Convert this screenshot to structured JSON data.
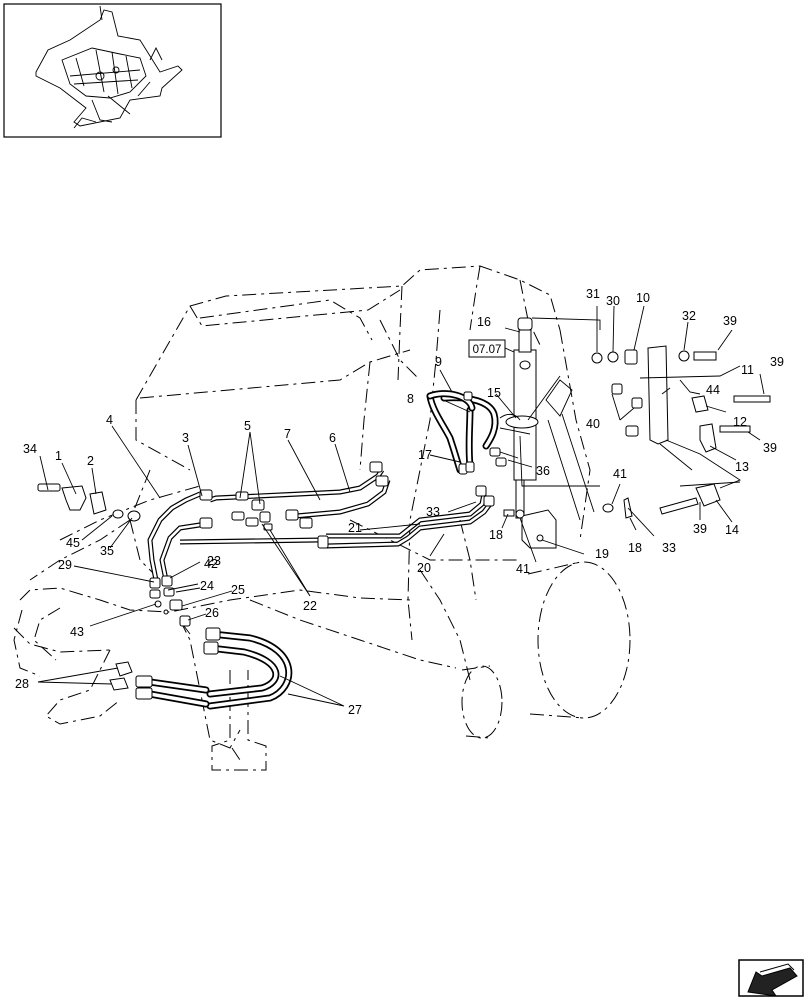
{
  "diagram": {
    "reference_box": "07.07",
    "part_labels": [
      {
        "id": "p1",
        "text": "1"
      },
      {
        "id": "p2",
        "text": "2"
      },
      {
        "id": "p3",
        "text": "3"
      },
      {
        "id": "p4",
        "text": "4"
      },
      {
        "id": "p5",
        "text": "5"
      },
      {
        "id": "p6",
        "text": "6"
      },
      {
        "id": "p7",
        "text": "7"
      },
      {
        "id": "p8",
        "text": "8"
      },
      {
        "id": "p9",
        "text": "9"
      },
      {
        "id": "p10",
        "text": "10"
      },
      {
        "id": "p11",
        "text": "11"
      },
      {
        "id": "p12",
        "text": "12"
      },
      {
        "id": "p13",
        "text": "13"
      },
      {
        "id": "p14",
        "text": "14"
      },
      {
        "id": "p15",
        "text": "15"
      },
      {
        "id": "p16",
        "text": "16"
      },
      {
        "id": "p17",
        "text": "17"
      },
      {
        "id": "p18a",
        "text": "18"
      },
      {
        "id": "p18b",
        "text": "18"
      },
      {
        "id": "p19",
        "text": "19"
      },
      {
        "id": "p20",
        "text": "20"
      },
      {
        "id": "p21",
        "text": "21"
      },
      {
        "id": "p22",
        "text": "22"
      },
      {
        "id": "p23",
        "text": "23"
      },
      {
        "id": "p24",
        "text": "24"
      },
      {
        "id": "p25",
        "text": "25"
      },
      {
        "id": "p26",
        "text": "26"
      },
      {
        "id": "p27",
        "text": "27"
      },
      {
        "id": "p28",
        "text": "28"
      },
      {
        "id": "p29",
        "text": "29"
      },
      {
        "id": "p30",
        "text": "30"
      },
      {
        "id": "p31",
        "text": "31"
      },
      {
        "id": "p32",
        "text": "32"
      },
      {
        "id": "p33a",
        "text": "33"
      },
      {
        "id": "p33b",
        "text": "33"
      },
      {
        "id": "p34",
        "text": "34"
      },
      {
        "id": "p35",
        "text": "35"
      },
      {
        "id": "p36",
        "text": "36"
      },
      {
        "id": "p39a",
        "text": "39"
      },
      {
        "id": "p39b",
        "text": "39"
      },
      {
        "id": "p39c",
        "text": "39"
      },
      {
        "id": "p39d",
        "text": "39"
      },
      {
        "id": "p40",
        "text": "40"
      },
      {
        "id": "p41a",
        "text": "41"
      },
      {
        "id": "p41b",
        "text": "41"
      },
      {
        "id": "p42",
        "text": "42"
      },
      {
        "id": "p43",
        "text": "43"
      },
      {
        "id": "p44",
        "text": "44"
      },
      {
        "id": "p45",
        "text": "45"
      }
    ]
  },
  "icons": {
    "nav_arrow": "back-arrow-icon",
    "locator": "locator-thumbnail"
  }
}
